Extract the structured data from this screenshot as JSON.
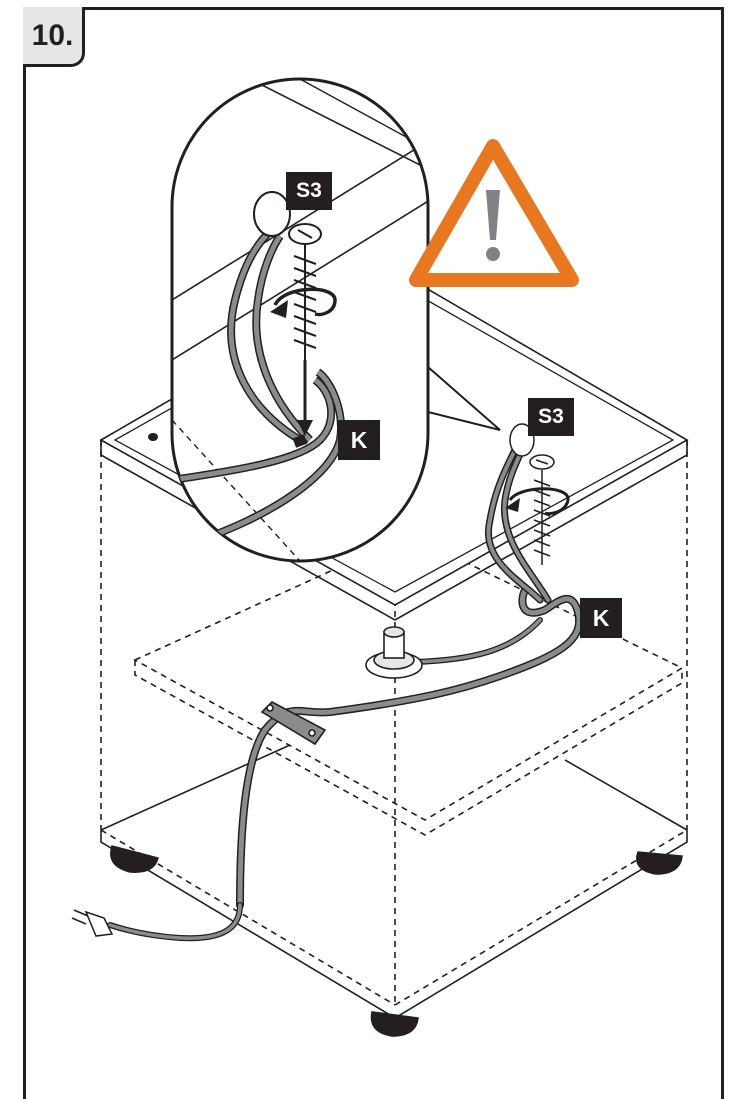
{
  "step": {
    "number": "10."
  },
  "labels": {
    "screw_detail": "S3",
    "screw_main": "S3",
    "clip_detail": "K",
    "clip_main": "K"
  },
  "icons": {
    "warning": "warning-triangle-icon",
    "plug": "power-plug-icon"
  },
  "colors": {
    "warning": "#e87722",
    "outline": "#231f20",
    "cable": "#6d6e71",
    "badge_bg": "#e6e6e6"
  }
}
